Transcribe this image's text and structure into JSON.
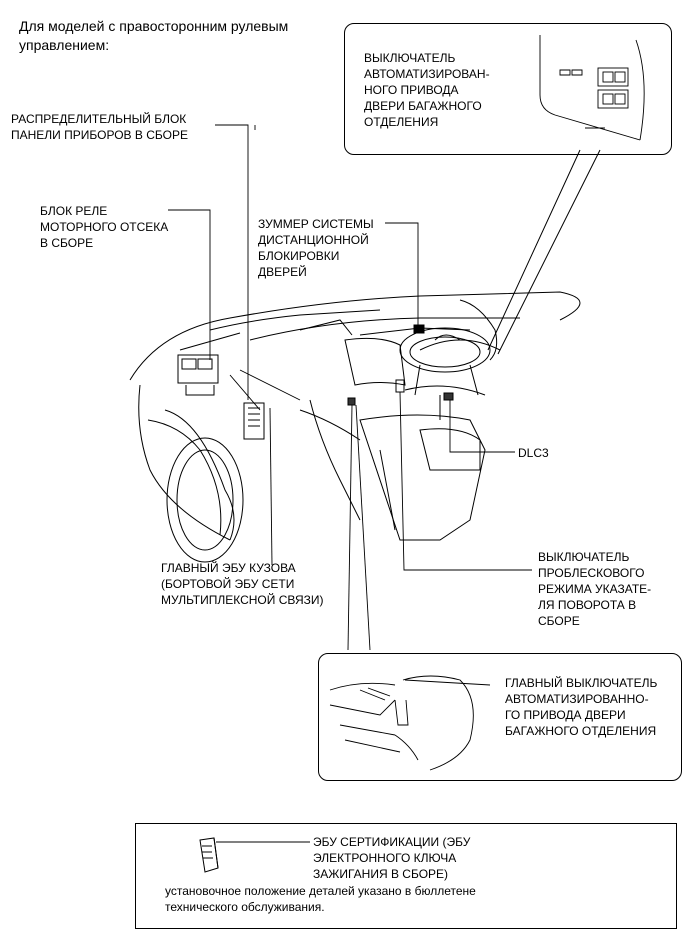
{
  "header": {
    "line1": "Для моделей с правосторонним рулевым",
    "line2": "управлением:"
  },
  "labels": {
    "trunk_switch": [
      "ВЫКЛЮЧАТЕЛЬ",
      "АВТОМАТИЗИРОВАН-",
      "НОГО ПРИВОДА",
      "ДВЕРИ БАГАЖНОГО",
      "ОТДЕЛЕНИЯ"
    ],
    "junction_block": [
      "РАСПРЕДЕЛИТЕЛЬНЫЙ БЛОК",
      "ПАНЕЛИ ПРИБОРОВ В СБОРЕ"
    ],
    "relay_block": [
      "БЛОК РЕЛЕ",
      "МОТОРНОГО ОТСЕКА",
      "В СБОРЕ"
    ],
    "buzzer": [
      "ЗУММЕР СИСТЕМЫ",
      "ДИСТАНЦИОННОЙ",
      "БЛОКИРОВКИ",
      "ДВЕРЕЙ"
    ],
    "dlc3": "DLC3",
    "main_ecu": [
      "ГЛАВНЫЙ ЭБУ КУЗОВА",
      "(БОРТОВОЙ ЭБУ СЕТИ",
      "МУЛЬТИПЛЕКСНОЙ СВЯЗИ)"
    ],
    "hazard_switch": [
      "ВЫКЛЮЧАТЕЛЬ",
      "ПРОБЛЕСКОВОГО",
      "РЕЖИМА УКАЗАТЕ-",
      "ЛЯ ПОВОРОТА В",
      "СБОРЕ"
    ],
    "main_trunk_switch": [
      "ГЛАВНЫЙ ВЫКЛЮЧАТЕЛЬ",
      "АВТОМАТИЗИРОВАННО-",
      "ГО ПРИВОДА ДВЕРИ",
      "БАГАЖНОГО ОТДЕЛЕНИЯ"
    ]
  },
  "note_box": {
    "ecu_label": [
      "ЭБУ СЕРТИФИКАЦИИ (ЭБУ",
      "ЭЛЕКТРОННОГО КЛЮЧА",
      "ЗАЖИГАНИЯ В СБОРЕ)"
    ],
    "note_line1": "установочное положение деталей указано в бюллетене",
    "note_line2": "технического обслуживания."
  },
  "colors": {
    "line": "#000000",
    "background": "#ffffff"
  }
}
